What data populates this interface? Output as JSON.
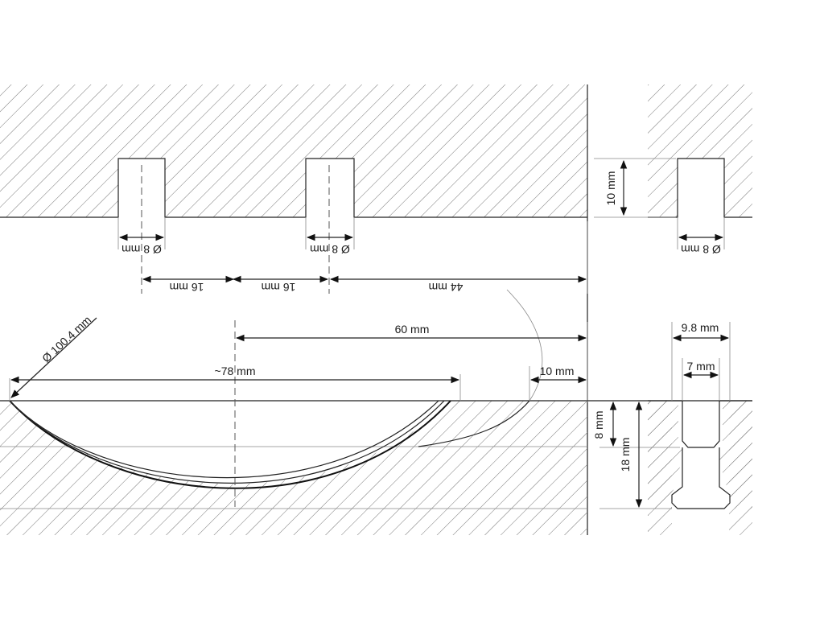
{
  "dimensions": {
    "hole_dia_1": "Ø 8 mm",
    "hole_dia_2": "Ø 8 mm",
    "hole_dia_3": "Ø 8 mm",
    "spacing_1": "16 mm",
    "spacing_2": "16 mm",
    "spacing_3": "44 mm",
    "groove_depth": "10 mm",
    "arc_span": "60 mm",
    "arc_width": "~78 mm",
    "edge_offset": "10 mm",
    "arc_diameter": "Ø 100.4 mm",
    "slot_top_width": "9.8 mm",
    "slot_inner_width": "7 mm",
    "slot_upper_depth": "8 mm",
    "slot_total_depth": "18 mm"
  }
}
